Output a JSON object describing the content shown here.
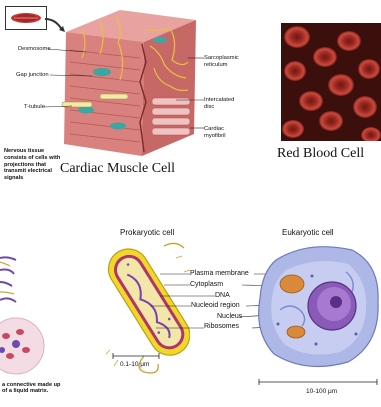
{
  "cardiac": {
    "caption": "Cardiac Muscle Cell",
    "labels": {
      "desmosome": "Desmosome",
      "gap_junction": "Gap junction",
      "t_tubule": "T-tubule",
      "sarcoplasmic": "Sarcoplasmic reticulum",
      "intercalated": "Intercalated disc",
      "myofibril": "Cardiac myofibril"
    }
  },
  "rbc": {
    "caption": "Red Blood Cell"
  },
  "nerve": {
    "text": "Nervous tissue consists of cells with projections that transmit electrical signals"
  },
  "connective": {
    "text": "a connective made up of a liquid matrix."
  },
  "prokaryote": {
    "title": "Prokaryotic cell",
    "labels": [
      "Plasma membrane",
      "Cytoplasm",
      "DNA",
      "Nucleoid region",
      "Nucleus",
      "Ribosomes"
    ],
    "scale": "0.1-10 μm"
  },
  "eukaryote": {
    "title": "Eukaryotic cell",
    "scale": "10-100 μm"
  }
}
